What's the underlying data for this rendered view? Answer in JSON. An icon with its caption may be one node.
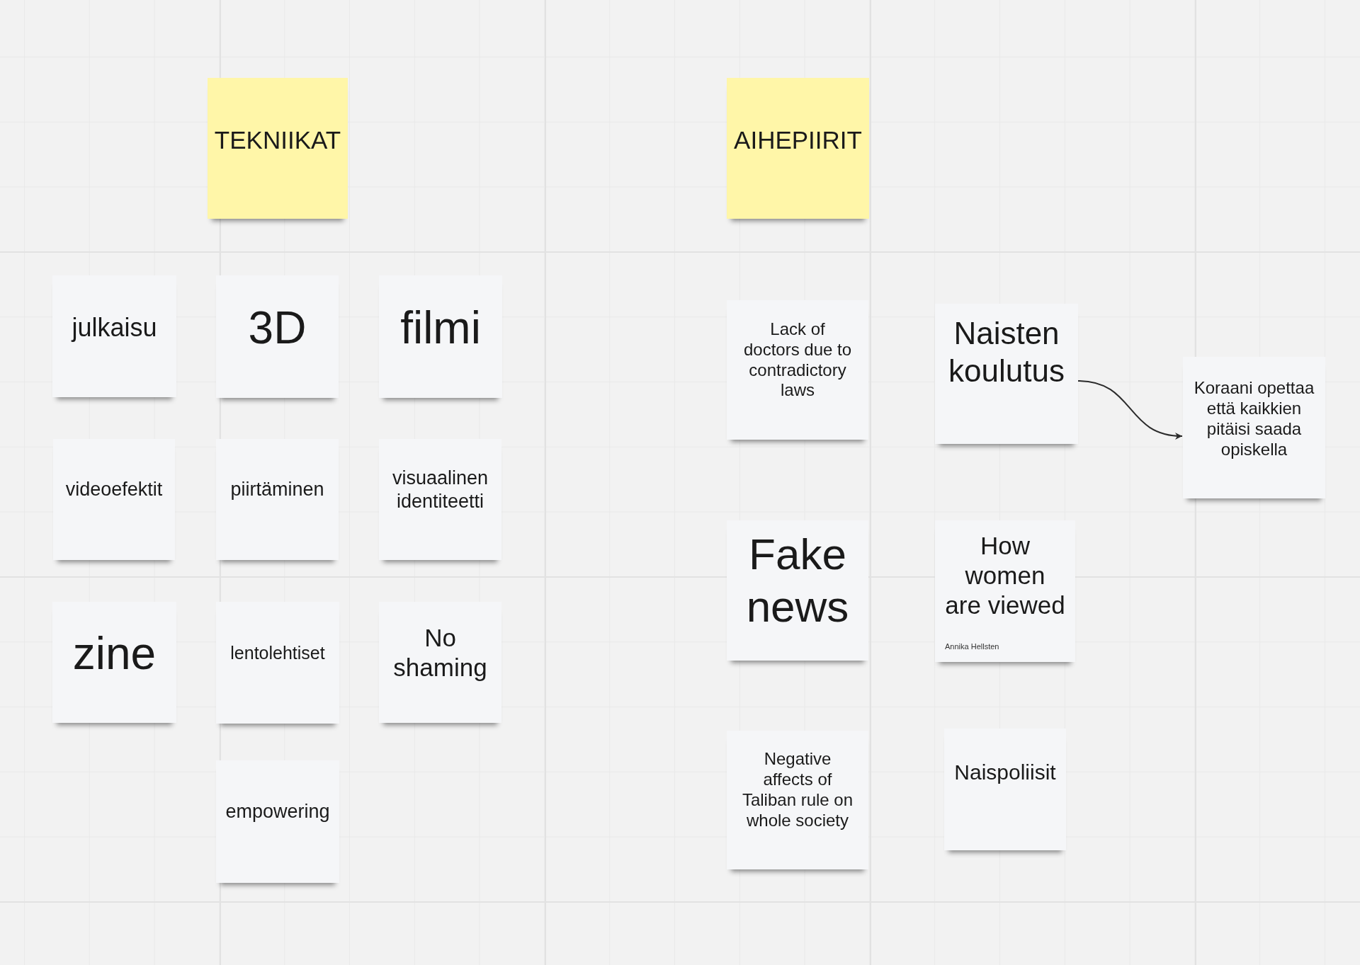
{
  "diagram": {
    "nodes": [
      {
        "text": [
          "TEKNIIKAT"
        ]
      },
      {
        "text": [
          "julkaisu"
        ]
      },
      {
        "text": [
          "3D"
        ]
      },
      {
        "text": [
          "filmi"
        ]
      },
      {
        "text": [
          "videoefektit"
        ]
      },
      {
        "text": [
          "piirtäminen"
        ]
      },
      {
        "text": [
          "visuaalinen identiteetti"
        ]
      },
      {
        "text": [
          "zine"
        ]
      },
      {
        "text": [
          "lentolehtiset"
        ]
      },
      {
        "text": [
          "No shaming"
        ]
      },
      {
        "text": [
          "empowering"
        ]
      },
      {
        "text": [
          "AIHEPIIRIT"
        ]
      },
      {
        "text": [
          "Lack of doctors due to contradictory laws"
        ]
      },
      {
        "text": [
          "Naisten koulutus"
        ]
      },
      {
        "text": [
          "Koraani opettaa että kaikkien pitäisi saada opiskella"
        ]
      },
      {
        "text": [
          "Fake news"
        ]
      },
      {
        "text": [
          "How women are viewed",
          "Annika Hellsten"
        ]
      },
      {
        "text": [
          "Negative affects of Taliban rule on whole society"
        ]
      },
      {
        "text": [
          "Naispoliisit"
        ]
      }
    ],
    "edges": [
      {
        "from": 13,
        "to": 14,
        "arrow": "to"
      }
    ]
  }
}
